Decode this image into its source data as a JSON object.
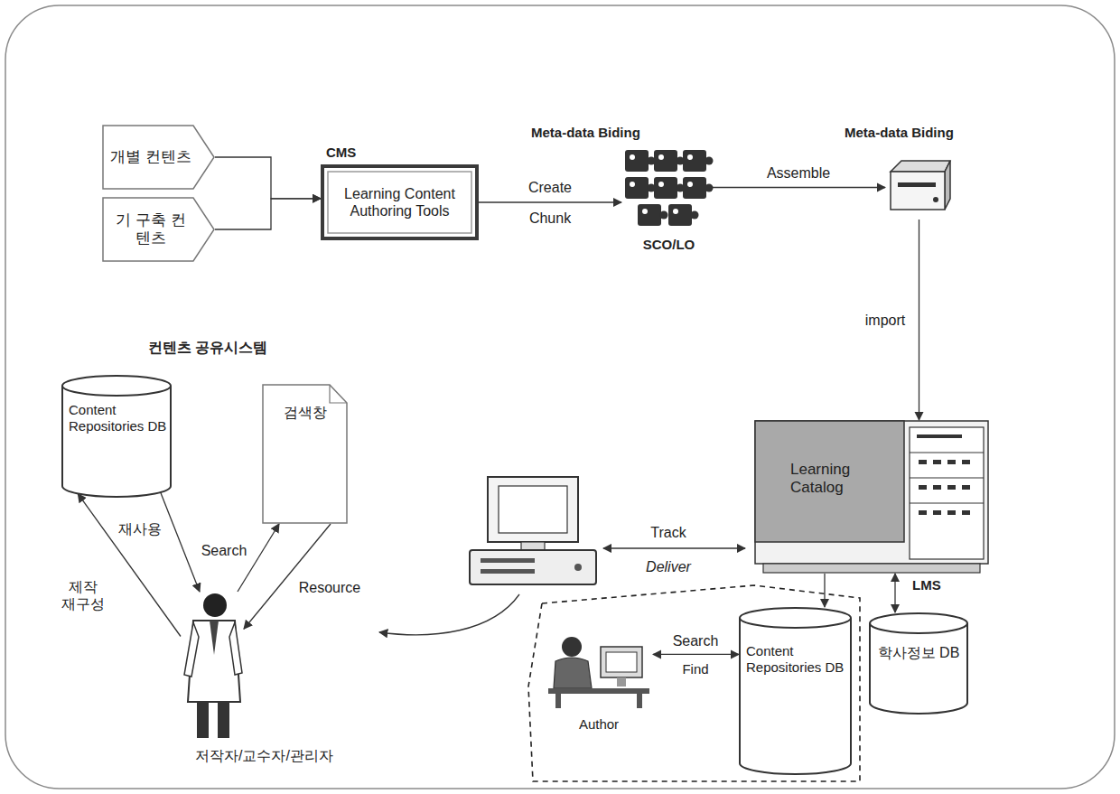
{
  "diagram": {
    "nodes": [
      {
        "text": [
          "개별 컨텐츠"
        ]
      },
      {
        "text": [
          "기 구축 컨텐츠"
        ]
      },
      {
        "text": [
          "CMS",
          "Learning Content Authoring Tools"
        ]
      },
      {
        "text": [
          "Meta-data Biding",
          "SCO/LO"
        ]
      },
      {
        "text": [
          "Meta-data Biding"
        ]
      },
      {
        "text": [
          "Learning Catalog",
          "LMS"
        ]
      },
      {
        "text": [
          "Content Repositories DB"
        ]
      },
      {
        "text": [
          "검색창"
        ]
      },
      {
        "text": [
          "저작자/교수자/관리자"
        ]
      },
      {
        "text": [
          "Author"
        ]
      },
      {
        "text": [
          "Content Repositories DB"
        ]
      },
      {
        "text": [
          "학사정보 DB"
        ]
      }
    ],
    "edges": [
      {
        "from": 0,
        "to": 2,
        "arrow": "to"
      },
      {
        "from": 1,
        "to": 2,
        "arrow": "to"
      },
      {
        "from": 2,
        "to": 3,
        "arrow": "to",
        "label": "Create"
      },
      {
        "from": 3,
        "to": 4,
        "arrow": "to",
        "label": "Assemble"
      },
      {
        "from": 4,
        "to": 5,
        "arrow": "to",
        "label": "import"
      },
      {
        "from": 5,
        "to": 10,
        "arrow": "to"
      },
      {
        "from": 5,
        "to": 11,
        "arrow": "both"
      },
      {
        "from": 9,
        "to": 10,
        "arrow": "both",
        "label": "Search"
      },
      {
        "from": 6,
        "to": 8,
        "arrow": "to",
        "label": "재사용"
      },
      {
        "from": 8,
        "to": 6,
        "arrow": "to",
        "label": "제작 재구성"
      },
      {
        "from": 8,
        "to": 7,
        "arrow": "to",
        "label": "Search"
      },
      {
        "from": 7,
        "to": 8,
        "arrow": "to",
        "label": "Resource"
      }
    ],
    "labels": [
      "컨텐츠 공유시스템",
      "Chunk",
      "Track",
      "Deliver",
      "Find"
    ]
  }
}
